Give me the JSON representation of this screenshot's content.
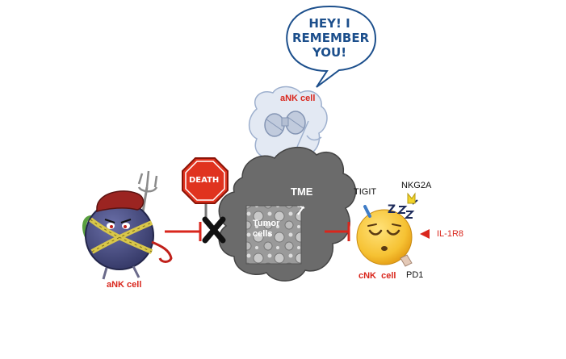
{
  "speech_bubble": {
    "text_line1": "HEY! I",
    "text_line2": "REMEMBER",
    "text_line3": "YOU!"
  },
  "memory_cell": {
    "label": "aNK cell"
  },
  "active_cell": {
    "label": "aNK cell"
  },
  "stop_sign": {
    "text": "DEATH"
  },
  "tme": {
    "label": "TME",
    "tumor_label_line1": "Tumor",
    "tumor_label_line2": "cells"
  },
  "cnk": {
    "label": "cNK  cell",
    "sleep_mark": "Z",
    "receptors": {
      "tigit": "TIGIT",
      "nkg2a": "NKG2A",
      "il1r8": "IL-1R8",
      "pd1": "PD1"
    }
  },
  "colors": {
    "red": "#d9261c",
    "navy": "#1c4f8c",
    "cloud": "#6b6b6b",
    "emoji": "#f6c233",
    "cell_body": "#4a4f86",
    "receptor_blue": "#3f7cc6",
    "receptor_yellow": "#f2d42a"
  }
}
